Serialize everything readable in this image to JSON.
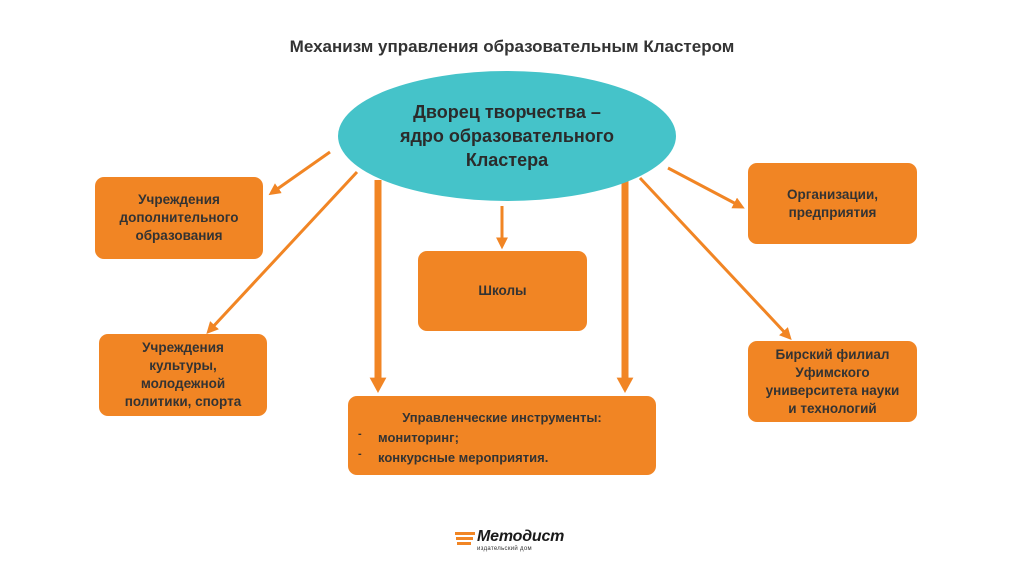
{
  "title": "Механизм управления образовательным Кластером",
  "core": {
    "label": "Дворец творчества –\nядро образовательного\nКластера"
  },
  "nodes": {
    "dop": "Учреждения\nдополнительного\nобразования",
    "culture": "Учреждения\nкультуры,\nмолодежной\nполитики, спорта",
    "schools": "Школы",
    "orgs": "Организации,\nпредприятия",
    "birsk": "Бирский филиал\nУфимского\nуниверситета науки\nи технологий"
  },
  "tools": {
    "heading": "Управленческие инструменты:",
    "items": [
      "мониторинг;",
      "конкурсные мероприятия."
    ]
  },
  "logo": {
    "name": "Методист",
    "subtitle": "издательский дом"
  },
  "colors": {
    "core": "#45c3c9",
    "node": "#f18524",
    "arrow": "#f18524"
  }
}
